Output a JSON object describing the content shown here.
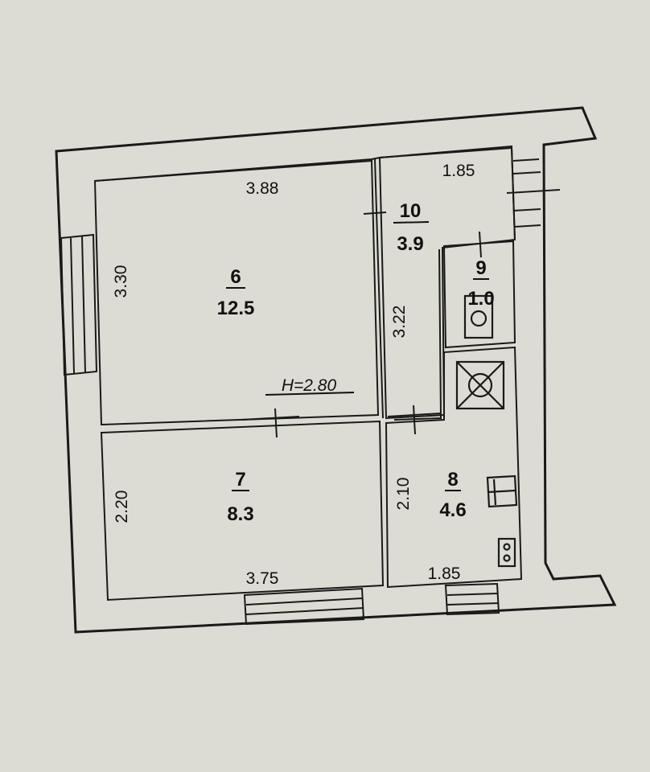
{
  "rooms": [
    {
      "id": "6",
      "number": "6",
      "area": "12.5",
      "width_label": "3.88",
      "height_label": "3.30"
    },
    {
      "id": "7",
      "number": "7",
      "area": "8.3",
      "width_label": "3.75",
      "height_label": "2.20"
    },
    {
      "id": "8",
      "number": "8",
      "area": "4.6",
      "width_label": "1.85",
      "height_label": "2.10"
    },
    {
      "id": "9",
      "number": "9",
      "area": "1.0"
    },
    {
      "id": "10",
      "number": "10",
      "area": "3.9",
      "width_label": "1.85",
      "height_label": "3.22"
    }
  ],
  "ceiling_height": "H=2.80"
}
